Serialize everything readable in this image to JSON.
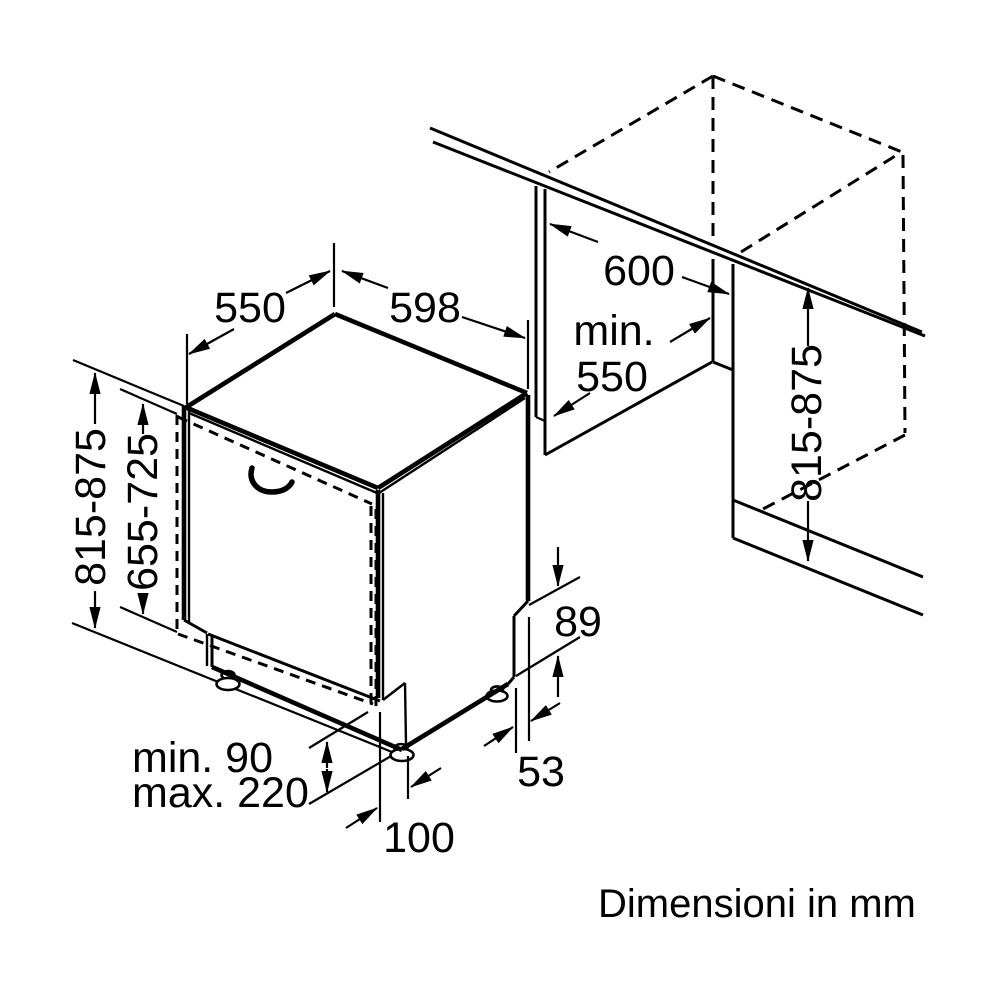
{
  "page": {
    "background": "#ffffff",
    "ink": "#000000"
  },
  "caption": "Dimensioni in mm",
  "dimensions": {
    "top_depth": "550",
    "front_width": "598",
    "worktop_depth": "600",
    "niche_depth_prefix": "min.",
    "niche_depth_value": "550",
    "niche_height_left": "815-875",
    "door_panel_height": "655-725",
    "niche_height_right": "815-875",
    "rear_step_height": "89",
    "rear_step_depth": "53",
    "plinth_clearance_min": "min. 90",
    "plinth_clearance_max": "max. 220",
    "rear_foot_offset": "100"
  }
}
